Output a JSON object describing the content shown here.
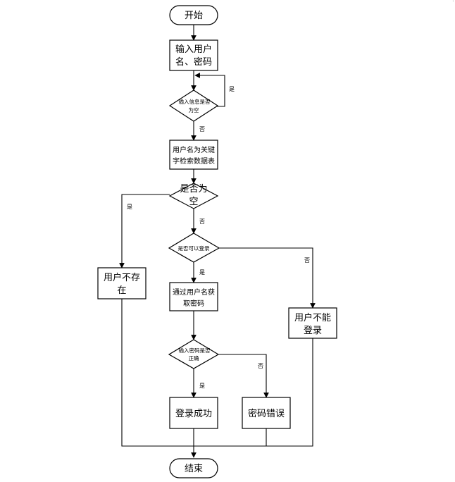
{
  "nodes": {
    "start": "开始",
    "input": [
      "输入用户",
      "名、密码"
    ],
    "check_empty": [
      "输入信息是否",
      "为空"
    ],
    "search": [
      "用户名为关键",
      "字检索数据表"
    ],
    "is_empty": [
      "是否为",
      "空"
    ],
    "can_login": "是否可以登录",
    "user_missing": [
      "用户不存",
      "在"
    ],
    "get_password": [
      "通过用户名获",
      "取密码"
    ],
    "cannot_login": [
      "用户不能",
      "登录"
    ],
    "pwd_correct": [
      "输入密码是否",
      "正确"
    ],
    "success": "登录成功",
    "pwd_error": "密码错误",
    "end": "结束"
  },
  "labels": {
    "yes": "是",
    "no": "否"
  }
}
